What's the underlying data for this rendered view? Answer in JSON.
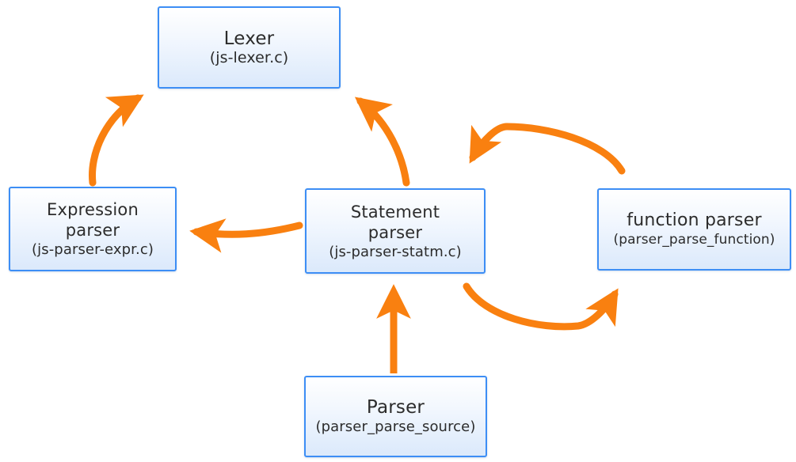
{
  "diagram": {
    "type": "flow-diagram",
    "background_color": "#ffffff",
    "node_border_color": "#3d8ef5",
    "node_fill_color": "#e6eefb",
    "arrow_color": "#f98010",
    "nodes": [
      {
        "id": "lexer",
        "title": "Lexer",
        "subtitle": "(js-lexer.c)"
      },
      {
        "id": "expression-parser",
        "title": "Expression\nparser",
        "subtitle": "(js-parser-expr.c)"
      },
      {
        "id": "statement-parser",
        "title": "Statement\nparser",
        "subtitle": "(js-parser-statm.c)"
      },
      {
        "id": "function-parser",
        "title": "function parser",
        "subtitle": "(parser_parse_function)"
      },
      {
        "id": "parser",
        "title": "Parser",
        "subtitle": "(parser_parse_source)"
      }
    ],
    "edges": [
      {
        "id": "expression-to-lexer",
        "from": "expression-parser",
        "to": "lexer",
        "style": "curved"
      },
      {
        "id": "statement-to-lexer",
        "from": "statement-parser",
        "to": "lexer",
        "style": "curved"
      },
      {
        "id": "statement-to-expression",
        "from": "statement-parser",
        "to": "expression-parser",
        "style": "curved"
      },
      {
        "id": "function-to-statement",
        "from": "function-parser",
        "to": "statement-parser",
        "style": "arc-over"
      },
      {
        "id": "statement-to-function",
        "from": "statement-parser",
        "to": "function-parser",
        "style": "arc-under"
      },
      {
        "id": "parser-to-statement",
        "from": "parser",
        "to": "statement-parser",
        "style": "straight"
      }
    ]
  }
}
